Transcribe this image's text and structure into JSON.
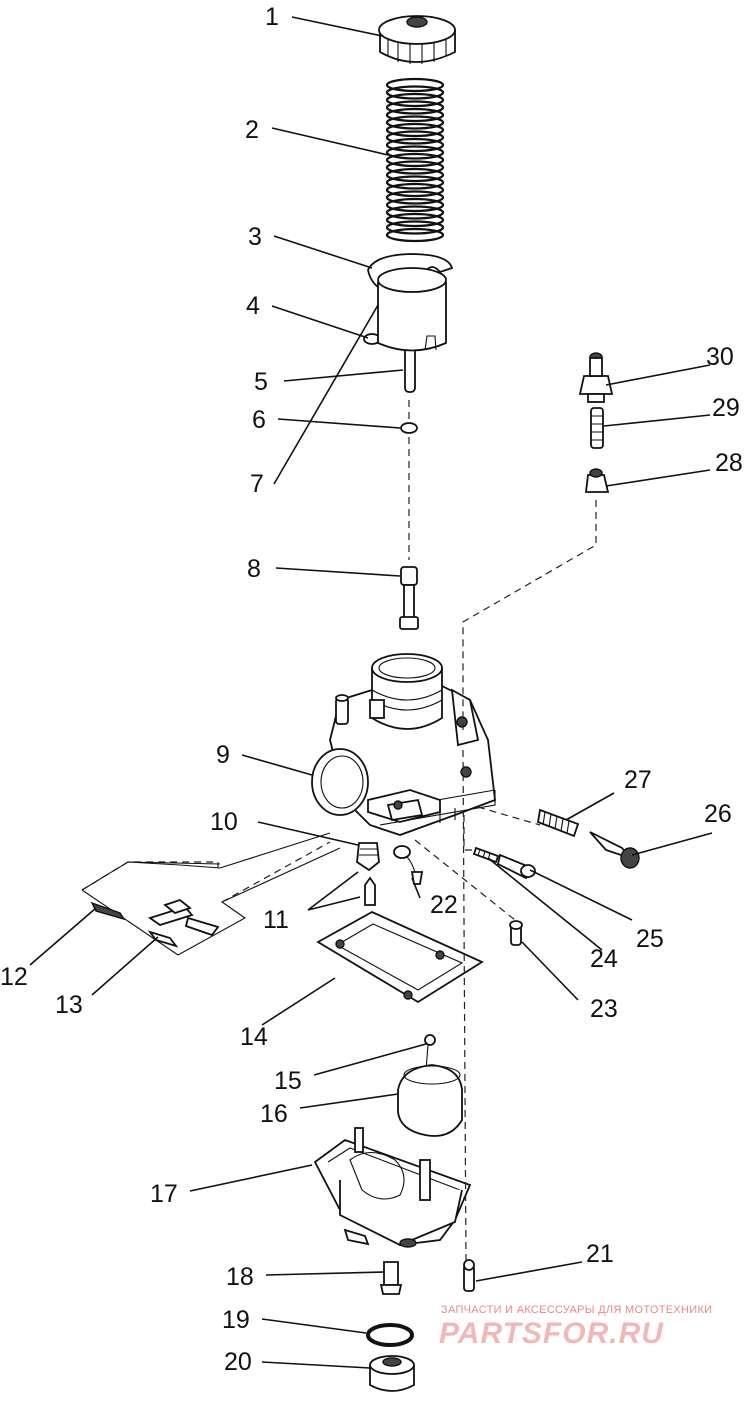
{
  "diagram": {
    "callouts": [
      {
        "id": "c1",
        "label": "1"
      },
      {
        "id": "c2",
        "label": "2"
      },
      {
        "id": "c3",
        "label": "3"
      },
      {
        "id": "c4",
        "label": "4"
      },
      {
        "id": "c5",
        "label": "5"
      },
      {
        "id": "c6",
        "label": "6"
      },
      {
        "id": "c7",
        "label": "7"
      },
      {
        "id": "c8",
        "label": "8"
      },
      {
        "id": "c9",
        "label": "9"
      },
      {
        "id": "c10",
        "label": "10"
      },
      {
        "id": "c11",
        "label": "11"
      },
      {
        "id": "c12",
        "label": "12"
      },
      {
        "id": "c13",
        "label": "13"
      },
      {
        "id": "c14",
        "label": "14"
      },
      {
        "id": "c15",
        "label": "15"
      },
      {
        "id": "c16",
        "label": "16"
      },
      {
        "id": "c17",
        "label": "17"
      },
      {
        "id": "c18",
        "label": "18"
      },
      {
        "id": "c19",
        "label": "19"
      },
      {
        "id": "c20",
        "label": "20"
      },
      {
        "id": "c21",
        "label": "21"
      },
      {
        "id": "c22",
        "label": "22"
      },
      {
        "id": "c23",
        "label": "23"
      },
      {
        "id": "c24",
        "label": "24"
      },
      {
        "id": "c25",
        "label": "25"
      },
      {
        "id": "c26",
        "label": "26"
      },
      {
        "id": "c27",
        "label": "27"
      },
      {
        "id": "c28",
        "label": "28"
      },
      {
        "id": "c29",
        "label": "29"
      },
      {
        "id": "c30",
        "label": "30"
      }
    ]
  },
  "watermark": {
    "tagline": "ЗАПЧАСТИ И АКСЕССУАРЫ ДЛЯ МОТОТЕХНИКИ",
    "brand": "PARTSFOR.RU"
  },
  "colors": {
    "line": "#111111",
    "background": "#ffffff",
    "watermark": "#e88a8a"
  }
}
